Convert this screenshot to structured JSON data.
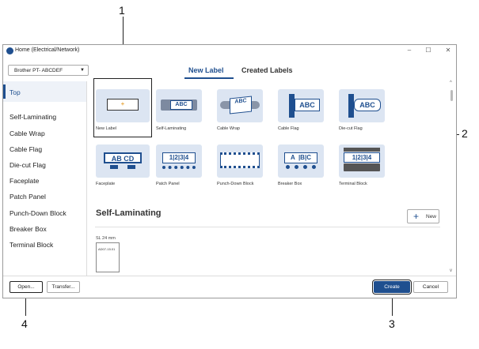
{
  "window": {
    "title": "Home (Electrical/Network)",
    "controls": [
      "–",
      "☐",
      "✕"
    ]
  },
  "printer": {
    "selected": "Brother PT- ABCDEF"
  },
  "tabs": [
    {
      "label": "New Label",
      "active": true
    },
    {
      "label": "Created Labels",
      "active": false
    }
  ],
  "sidebar": {
    "items": [
      {
        "label": "Top",
        "active": true
      },
      {
        "label": "Self-Laminating"
      },
      {
        "label": "Cable Wrap"
      },
      {
        "label": "Cable Flag"
      },
      {
        "label": "Die-cut Flag"
      },
      {
        "label": "Faceplate"
      },
      {
        "label": "Patch Panel"
      },
      {
        "label": "Punch-Down Block"
      },
      {
        "label": "Breaker Box"
      },
      {
        "label": "Terminal Block"
      }
    ]
  },
  "templates": [
    {
      "label": "New Label",
      "icon_text": "+"
    },
    {
      "label": "Self-Laminating",
      "icon_text": "ABC"
    },
    {
      "label": "Cable Wrap",
      "icon_text": "ABC"
    },
    {
      "label": "Cable Flag",
      "icon_text": "ABC"
    },
    {
      "label": "Die-cut Flag",
      "icon_text": "ABC"
    },
    {
      "label": "Faceplate",
      "icon_text": "AB CD"
    },
    {
      "label": "Patch Panel",
      "icon_text": "1|2|3|4"
    },
    {
      "label": "Punch-Down Block",
      "icon_text": ""
    },
    {
      "label": "Breaker Box",
      "icon_text": "A  |B|C"
    },
    {
      "label": "Terminal Block",
      "icon_text": "1|2|3|4"
    }
  ],
  "section": {
    "heading": "Self-Laminating",
    "new_button": "New",
    "tape_label": "SL 24 mm",
    "thumb_text": "AD07-15.01"
  },
  "footer": {
    "open": "Open...",
    "transfer": "Transfer...",
    "create": "Create",
    "cancel": "Cancel"
  },
  "callouts": [
    "1",
    "2",
    "3",
    "4"
  ],
  "colors": {
    "accent": "#1f4f8f",
    "tile_bg": "#dce5f2",
    "highlight": "#e08a00"
  }
}
